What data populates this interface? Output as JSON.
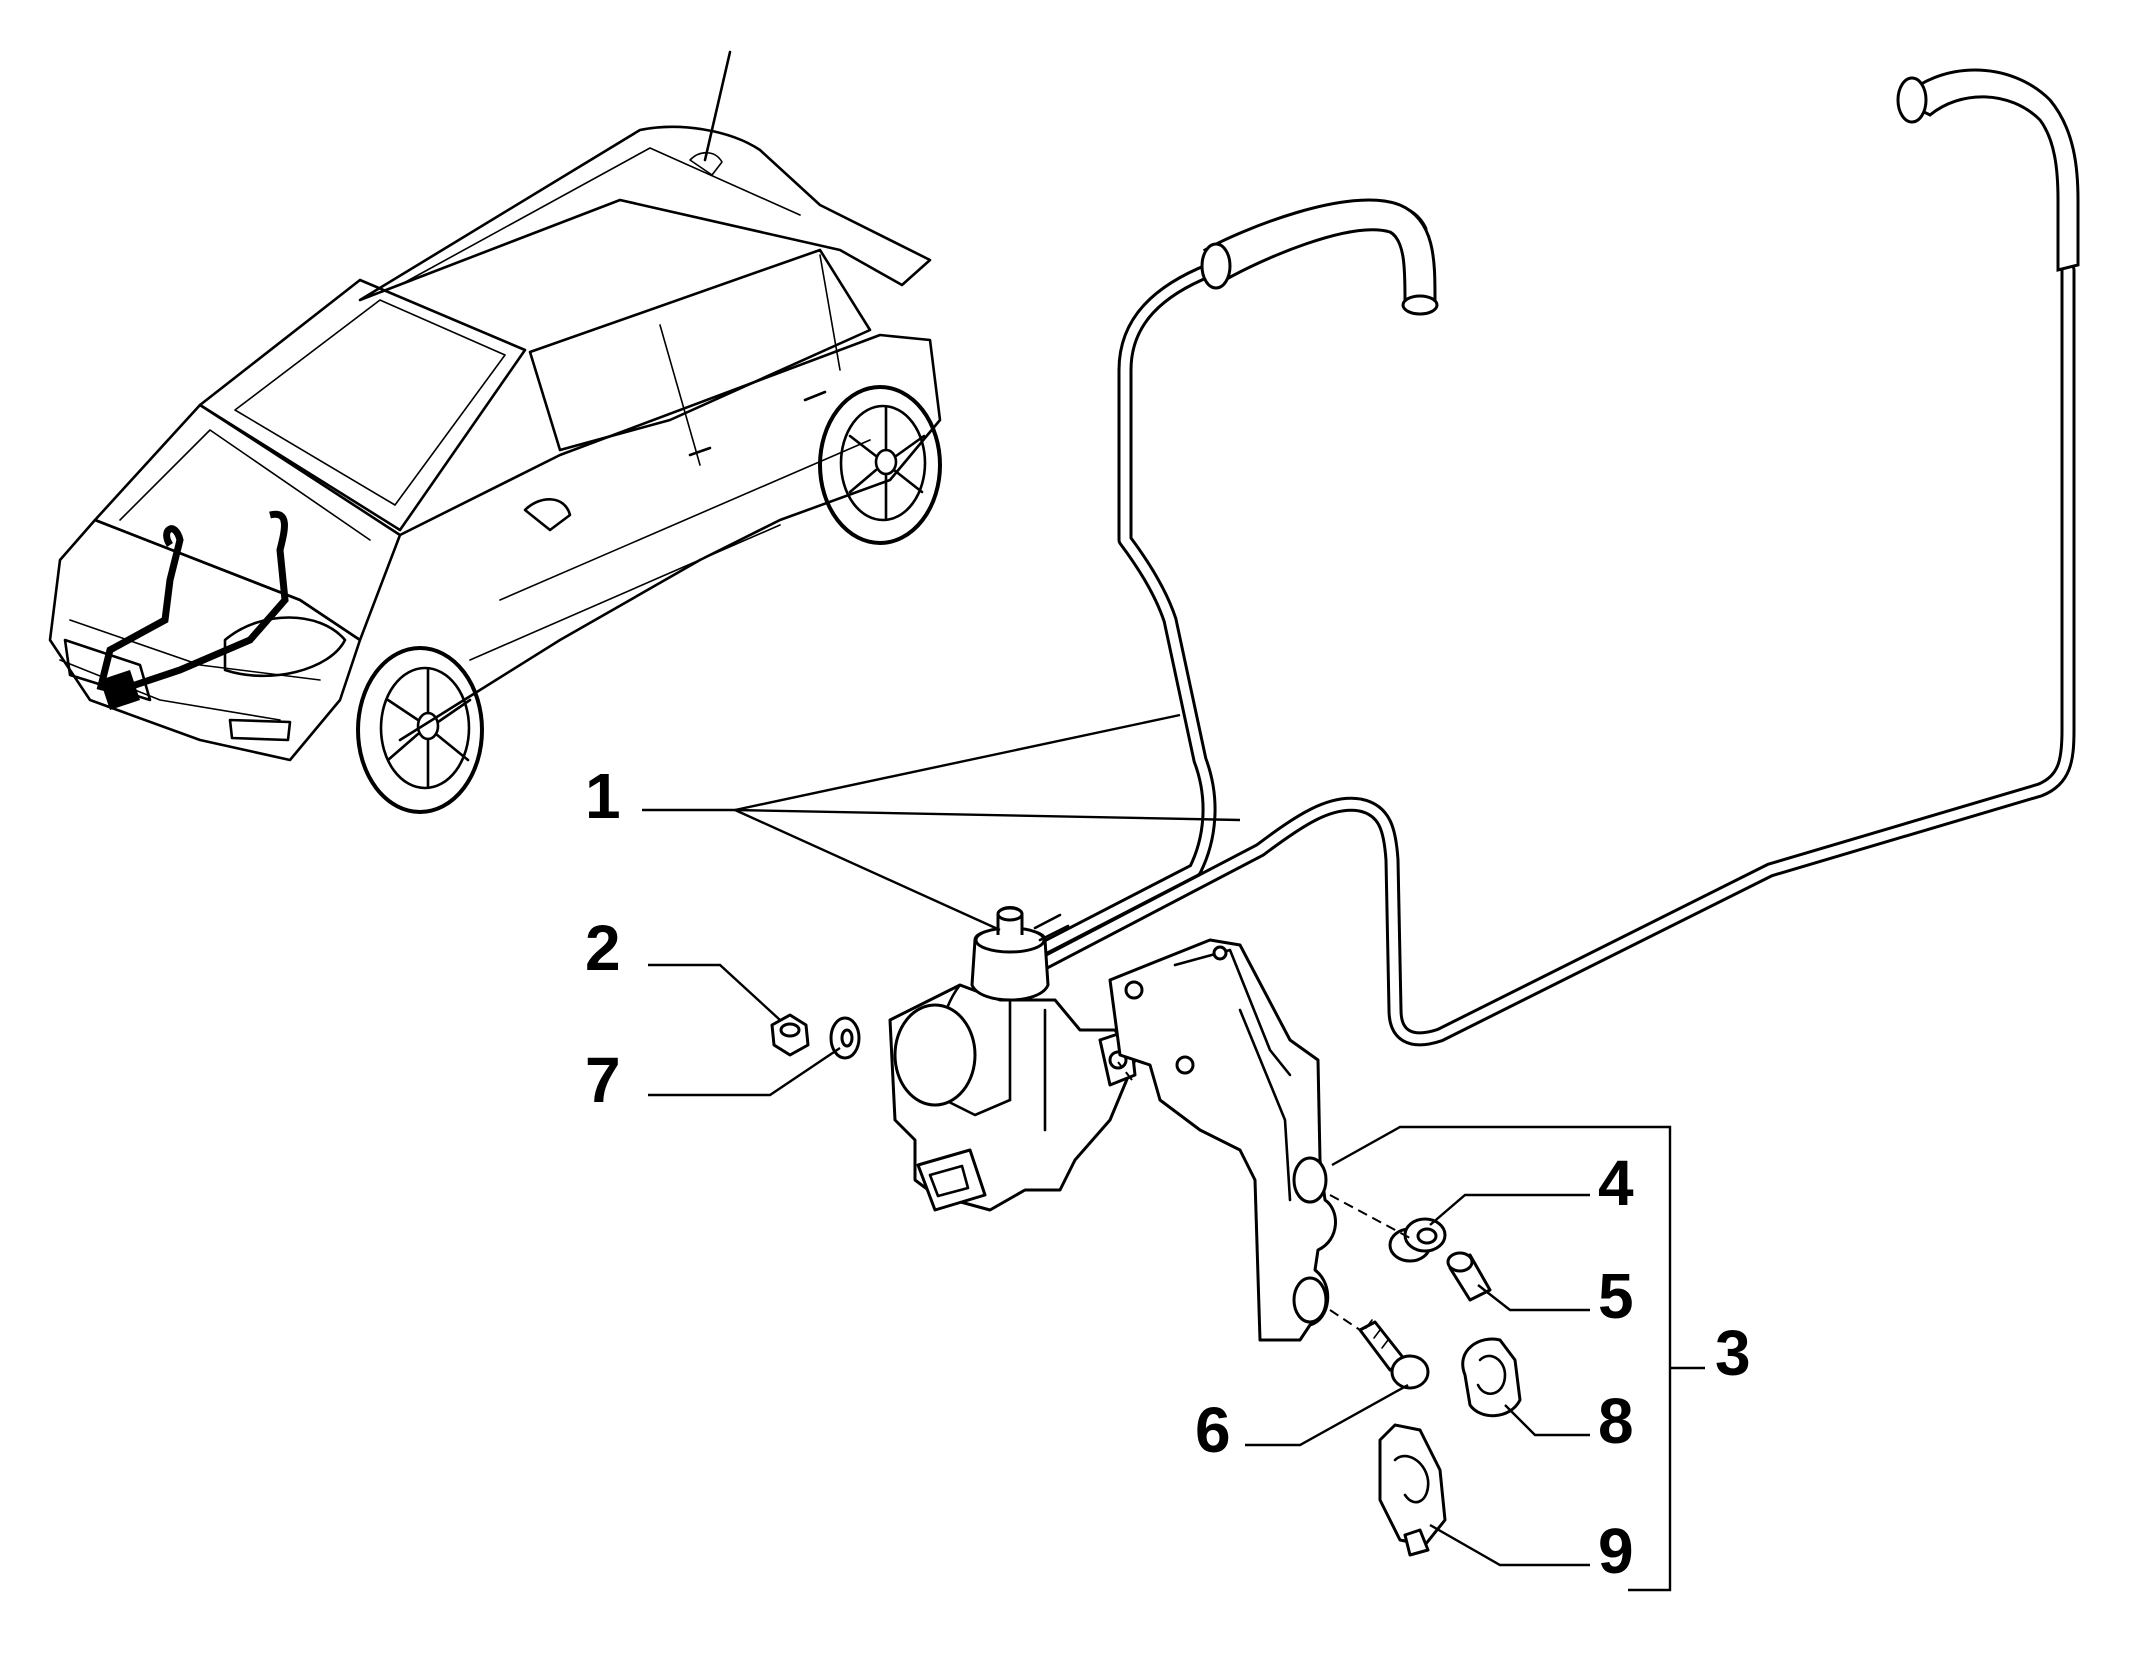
{
  "diagram": {
    "callouts": [
      {
        "id": "1",
        "label": "1"
      },
      {
        "id": "2",
        "label": "2"
      },
      {
        "id": "7",
        "label": "7"
      },
      {
        "id": "4",
        "label": "4"
      },
      {
        "id": "5",
        "label": "5"
      },
      {
        "id": "3",
        "label": "3"
      },
      {
        "id": "6",
        "label": "6"
      },
      {
        "id": "8",
        "label": "8"
      },
      {
        "id": "9",
        "label": "9"
      }
    ],
    "colors": {
      "line": "#000000",
      "background": "#ffffff"
    }
  }
}
